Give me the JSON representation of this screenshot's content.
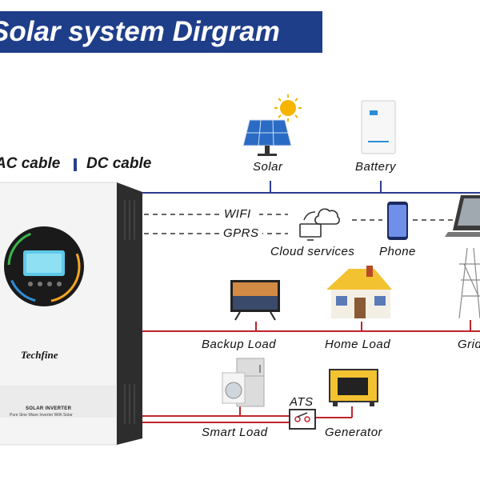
{
  "title": "Solar system Dirgram",
  "legend": {
    "ac_label": "AC cable",
    "dc_label": "DC cable"
  },
  "inverter": {
    "brand": "Techfine",
    "model": "SOLAR INVERTER",
    "subtitle": "Pure Sine Wave Inverter With Solar"
  },
  "nodes": {
    "solar": "Solar",
    "battery": "Battery",
    "wifi": "WIFI",
    "gprs": "GPRS",
    "cloud": "Cloud services",
    "phone": "Phone",
    "backup_load": "Backup Load",
    "home_load": "Home Load",
    "grid": "Grid",
    "smart_load": "Smart Load",
    "ats": "ATS",
    "generator": "Generator"
  },
  "colors": {
    "banner": "#1f3e8a",
    "dc_line": "#2a3d8f",
    "ac_line": "#c0242b",
    "dashed": "#333333"
  }
}
